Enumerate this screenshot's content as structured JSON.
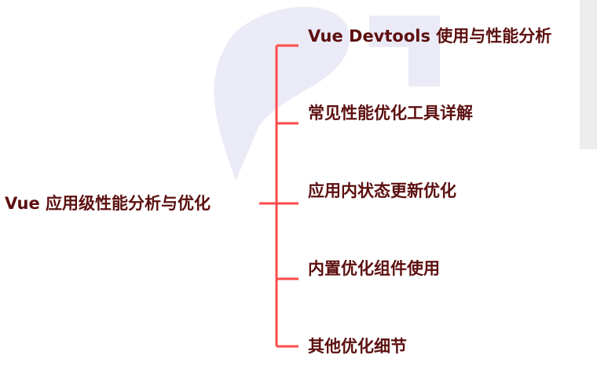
{
  "mindmap": {
    "root": "Vue 应用级性能分析与优化",
    "children": [
      "Vue Devtools 使用与性能分析",
      "常见性能优化工具详解",
      "应用内状态更新优化",
      "内置优化组件使用",
      "其他优化细节"
    ]
  },
  "colors": {
    "text": "#5c0f0f",
    "connector": "#ff4b4b",
    "watermark": "#e8e8f6"
  }
}
